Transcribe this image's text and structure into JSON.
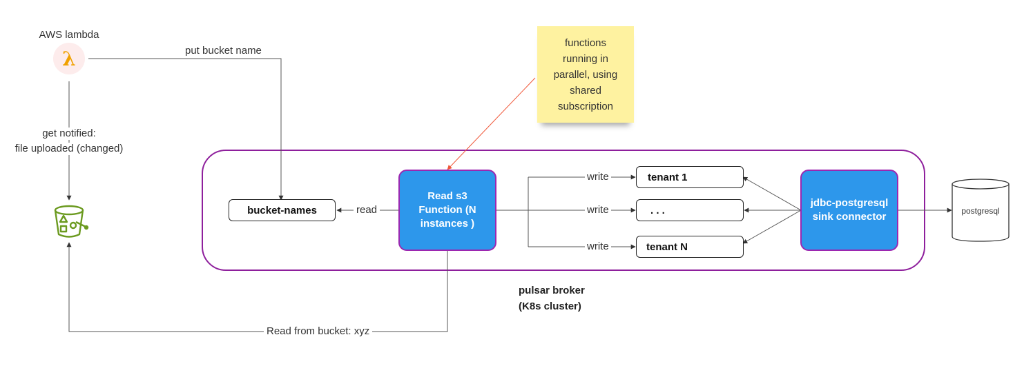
{
  "lambda": {
    "label": "AWS lambda",
    "glyph": "λ",
    "icon": "aws-lambda-icon"
  },
  "s3_bucket": {
    "icon": "s3-bucket-icon"
  },
  "edges": {
    "put_bucket_name": "put bucket name",
    "notified_line1": "get notified:",
    "notified_line2": "file uploaded (changed)",
    "read": "read",
    "write1": "write",
    "write2": "write",
    "write3": "write",
    "read_from_bucket": "Read from bucket: xyz"
  },
  "nodes": {
    "bucket_names": "bucket-names",
    "function_line1": "Read s3",
    "function_line2": "Function (N",
    "function_line3": "instances )",
    "tenant1": "tenant 1",
    "tenant_mid": ". . .",
    "tenantN": "tenant N",
    "connector_line1": "jdbc-postgresql",
    "connector_line2": "sink connector",
    "postgres": "postgresql"
  },
  "note": {
    "line1": "functions",
    "line2": "running in",
    "line3": "parallel, using",
    "line4": "shared",
    "line5": "subscription"
  },
  "cluster": {
    "line1": "pulsar broker",
    "line2": "(K8s cluster)"
  },
  "colors": {
    "cluster_border": "#8e1f9c",
    "node_fill": "#2d97eb",
    "sticky_fill": "#fef2a0",
    "note_arrow": "#f0583a",
    "s3_green": "#6b9a1f"
  }
}
